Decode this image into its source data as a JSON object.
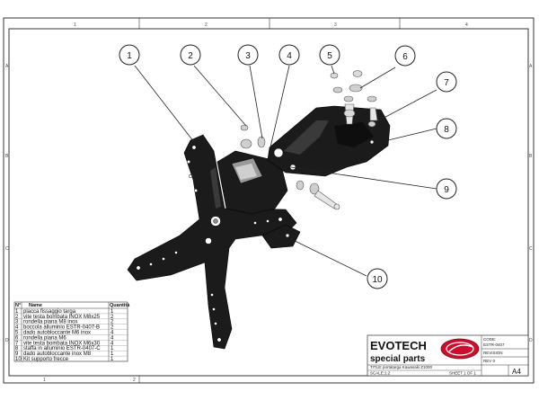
{
  "grid": {
    "top": [
      "1",
      "2",
      "3",
      "4"
    ],
    "bottom": [
      "1",
      "2"
    ],
    "left": [
      "A",
      "B",
      "C",
      "D"
    ],
    "right": [
      "A",
      "B",
      "C",
      "D"
    ]
  },
  "callouts": [
    "1",
    "2",
    "3",
    "4",
    "5",
    "6",
    "7",
    "8",
    "9",
    "10"
  ],
  "bom": {
    "header_n": "N°",
    "header_name": "Name",
    "header_qty": "Quantità",
    "rows": [
      {
        "n": "1",
        "name": "placca fissaggio targa",
        "qty": "1"
      },
      {
        "n": "2",
        "name": "vite testa bombata INOX M8x25",
        "qty": "2"
      },
      {
        "n": "3",
        "name": "rondella piana M8 inox",
        "qty": "2"
      },
      {
        "n": "4",
        "name": "boccola alluminio ESTR-0407-B",
        "qty": "2"
      },
      {
        "n": "5",
        "name": "dado autobloccante M6 inox",
        "qty": "4"
      },
      {
        "n": "6",
        "name": "rondella piana M6",
        "qty": "4"
      },
      {
        "n": "7",
        "name": "vite testa bombata INOX M6x30",
        "qty": "4"
      },
      {
        "n": "8",
        "name": "staffa in alluminio ESTR-0407-C",
        "qty": "1"
      },
      {
        "n": "9",
        "name": "dado autobloccante inox M8",
        "qty": "1"
      },
      {
        "n": "10",
        "name": "Kit supporto frecce",
        "qty": "1"
      }
    ]
  },
  "title_block": {
    "brand": "EVOTECH",
    "subbrand": "special parts",
    "title_label": "TITLE:",
    "title": "portatarga Kawasaki Z1000",
    "code_label": "CODE:",
    "code": "ESTR-0407",
    "revision_label": "REVISION",
    "revision": "REV 0",
    "scale": "SCALE:1:2",
    "sheet": "SHEET 1 OF 1",
    "size": "A4"
  },
  "colors": {
    "logo_red": "#c8102e",
    "part_black": "#1b1b1b",
    "hardware_gray": "#cfcfcf"
  }
}
